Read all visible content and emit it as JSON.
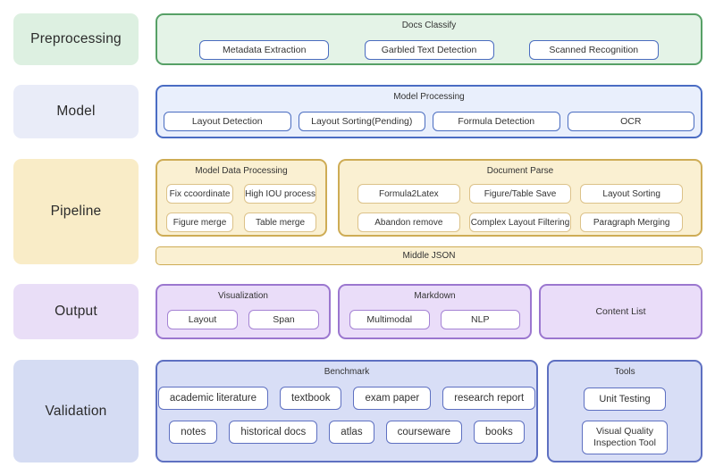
{
  "diagram": {
    "rows": [
      {
        "label": "Preprocessing",
        "groups": [
          {
            "title": "Docs Classify",
            "items": [
              "Metadata Extraction",
              "Garbled Text Detection",
              "Scanned Recognition"
            ]
          }
        ]
      },
      {
        "label": "Model",
        "groups": [
          {
            "title": "Model Processing",
            "items": [
              "Layout Detection",
              "Layout Sorting(Pending)",
              "Formula Detection",
              "OCR"
            ]
          }
        ]
      },
      {
        "label": "Pipeline",
        "groups": [
          {
            "title": "Model Data Processing",
            "items": [
              "Fix ccoordinate",
              "High IOU process",
              "Figure merge",
              "Table merge"
            ]
          },
          {
            "title": "Document Parse",
            "items": [
              "Formula2Latex",
              "Figure/Table Save",
              "Layout Sorting",
              "Abandon remove",
              "Complex Layout Filtering",
              "Paragraph Merging"
            ]
          }
        ],
        "bar": "Middle JSON"
      },
      {
        "label": "Output",
        "groups": [
          {
            "title": "Visualization",
            "items": [
              "Layout",
              "Span"
            ]
          },
          {
            "title": "Markdown",
            "items": [
              "Multimodal",
              "NLP"
            ]
          },
          {
            "title": "Content List",
            "items": []
          }
        ]
      },
      {
        "label": "Validation",
        "groups": [
          {
            "title": "Benchmark",
            "items": [
              "academic literature",
              "textbook",
              "exam paper",
              "research report",
              "notes",
              "historical docs",
              "atlas",
              "courseware",
              "books"
            ]
          },
          {
            "title": "Tools",
            "items": [
              "Unit Testing",
              "Visual Quality Inspection Tool"
            ]
          }
        ]
      }
    ],
    "colors": {
      "green_fill": "#e4f3e7",
      "green_border": "#56a066",
      "green_label": "#ddf0e1",
      "blue_fill": "#e9effc",
      "blue_border": "#4a6cc3",
      "blue_label": "#e9ecf8",
      "yellow_fill": "#faf0d2",
      "yellow_border": "#ceac55",
      "yellow_label": "#f9ecc7",
      "yellow_node_border": "#dcc289",
      "purple_fill": "#eaddf9",
      "purple_border": "#9b77cf",
      "purple_label": "#e9def7",
      "purple_node_border": "#a583d4",
      "indigo_fill": "#d8def6",
      "indigo_border": "#5e70c1",
      "indigo_label": "#d5dcf3",
      "node_border_blue": "#4a6cc0",
      "node_fill": "#ffffff",
      "text": "#333333"
    }
  }
}
